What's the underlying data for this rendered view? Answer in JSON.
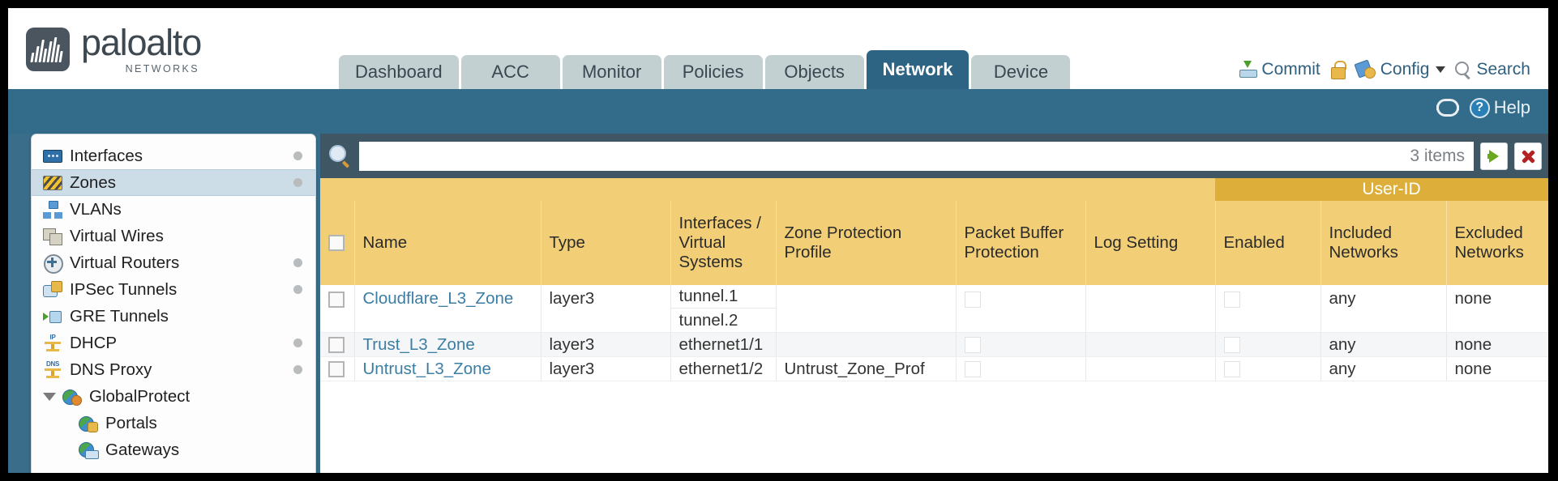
{
  "brand": {
    "name": "paloalto",
    "tagline": "NETWORKS",
    "logo_icon": "paloalto-logo-icon"
  },
  "nav_tabs": [
    {
      "label": "Dashboard",
      "active": false
    },
    {
      "label": "ACC",
      "active": false
    },
    {
      "label": "Monitor",
      "active": false
    },
    {
      "label": "Policies",
      "active": false
    },
    {
      "label": "Objects",
      "active": false
    },
    {
      "label": "Network",
      "active": true
    },
    {
      "label": "Device",
      "active": false
    }
  ],
  "header_actions": {
    "commit": "Commit",
    "lock_icon": "padlock-icon",
    "config": "Config",
    "search": "Search"
  },
  "sub_bar": {
    "refresh_icon": "refresh-icon",
    "help": "Help"
  },
  "sidebar": {
    "items": [
      {
        "label": "Interfaces",
        "icon": "interfaces-icon",
        "selected": false,
        "dot": true,
        "child": false,
        "twisty": false
      },
      {
        "label": "Zones",
        "icon": "zones-icon",
        "selected": true,
        "dot": true,
        "child": false,
        "twisty": false
      },
      {
        "label": "VLANs",
        "icon": "vlans-icon",
        "selected": false,
        "dot": false,
        "child": false,
        "twisty": false
      },
      {
        "label": "Virtual Wires",
        "icon": "virtual-wires-icon",
        "selected": false,
        "dot": false,
        "child": false,
        "twisty": false
      },
      {
        "label": "Virtual Routers",
        "icon": "virtual-routers-icon",
        "selected": false,
        "dot": true,
        "child": false,
        "twisty": false
      },
      {
        "label": "IPSec Tunnels",
        "icon": "ipsec-tunnels-icon",
        "selected": false,
        "dot": true,
        "child": false,
        "twisty": false
      },
      {
        "label": "GRE Tunnels",
        "icon": "gre-tunnels-icon",
        "selected": false,
        "dot": false,
        "child": false,
        "twisty": false
      },
      {
        "label": "DHCP",
        "icon": "dhcp-icon",
        "selected": false,
        "dot": true,
        "child": false,
        "twisty": false
      },
      {
        "label": "DNS Proxy",
        "icon": "dns-proxy-icon",
        "selected": false,
        "dot": true,
        "child": false,
        "twisty": false
      },
      {
        "label": "GlobalProtect",
        "icon": "globalprotect-icon",
        "selected": false,
        "dot": false,
        "child": false,
        "twisty": true
      },
      {
        "label": "Portals",
        "icon": "portals-icon",
        "selected": false,
        "dot": false,
        "child": true,
        "twisty": false
      },
      {
        "label": "Gateways",
        "icon": "gateways-icon",
        "selected": false,
        "dot": false,
        "child": true,
        "twisty": false
      }
    ]
  },
  "filter": {
    "search_icon": "search-icon",
    "value": "",
    "placeholder": "",
    "items_count": "3 items",
    "apply_icon": "apply-arrow-icon",
    "clear_icon": "clear-x-icon"
  },
  "table": {
    "group_header": "User-ID",
    "columns": [
      "",
      "Name",
      "Type",
      "Interfaces / Virtual Systems",
      "Zone Protection Profile",
      "Packet Buffer Protection",
      "Log Setting",
      "Enabled",
      "Included Networks",
      "Excluded Networks"
    ],
    "rows": [
      {
        "selected": false,
        "name": "Cloudflare_L3_Zone",
        "type": "layer3",
        "interfaces": [
          "tunnel.1",
          "tunnel.2"
        ],
        "zone_protection_profile": "",
        "packet_buffer_protection": false,
        "log_setting": "",
        "user_id_enabled": false,
        "included_networks": "any",
        "excluded_networks": "none"
      },
      {
        "selected": false,
        "name": "Trust_L3_Zone",
        "type": "layer3",
        "interfaces": [
          "ethernet1/1"
        ],
        "zone_protection_profile": "",
        "packet_buffer_protection": false,
        "log_setting": "",
        "user_id_enabled": false,
        "included_networks": "any",
        "excluded_networks": "none"
      },
      {
        "selected": false,
        "name": "Untrust_L3_Zone",
        "type": "layer3",
        "interfaces": [
          "ethernet1/2"
        ],
        "zone_protection_profile": "Untrust_Zone_Prof",
        "packet_buffer_protection": false,
        "log_setting": "",
        "user_id_enabled": false,
        "included_networks": "any",
        "excluded_networks": "none"
      }
    ]
  },
  "colors": {
    "brand_dark": "#3d4850",
    "tab_active_bg": "#2d6484",
    "tab_inactive_bg": "#c3d0d2",
    "body_blue": "#336c8b",
    "table_header_gold": "#f2cf76",
    "group_header_gold": "#ddaf3a",
    "link_blue": "#3b7ea4",
    "toolbar_slate": "#3f5765"
  }
}
